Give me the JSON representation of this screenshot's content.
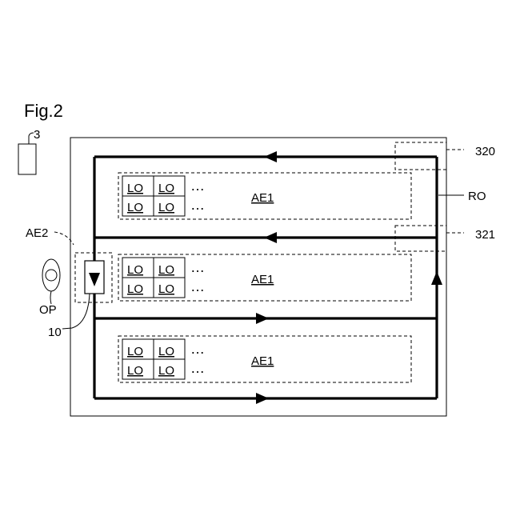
{
  "figure": {
    "title": "Fig.2"
  },
  "labels": {
    "terminal_ref": "3",
    "area_ref_320": "320",
    "area_ref_321": "321",
    "route_ref": "RO",
    "loading_area_ref": "AE2",
    "operator_ref": "OP",
    "vehicle_ref": "10"
  },
  "storage_rows": [
    {
      "area_label": "AE1",
      "location_label": "LO",
      "ellipsis": "…"
    },
    {
      "area_label": "AE1",
      "location_label": "LO",
      "ellipsis": "…"
    },
    {
      "area_label": "AE1",
      "location_label": "LO",
      "ellipsis": "…"
    }
  ]
}
